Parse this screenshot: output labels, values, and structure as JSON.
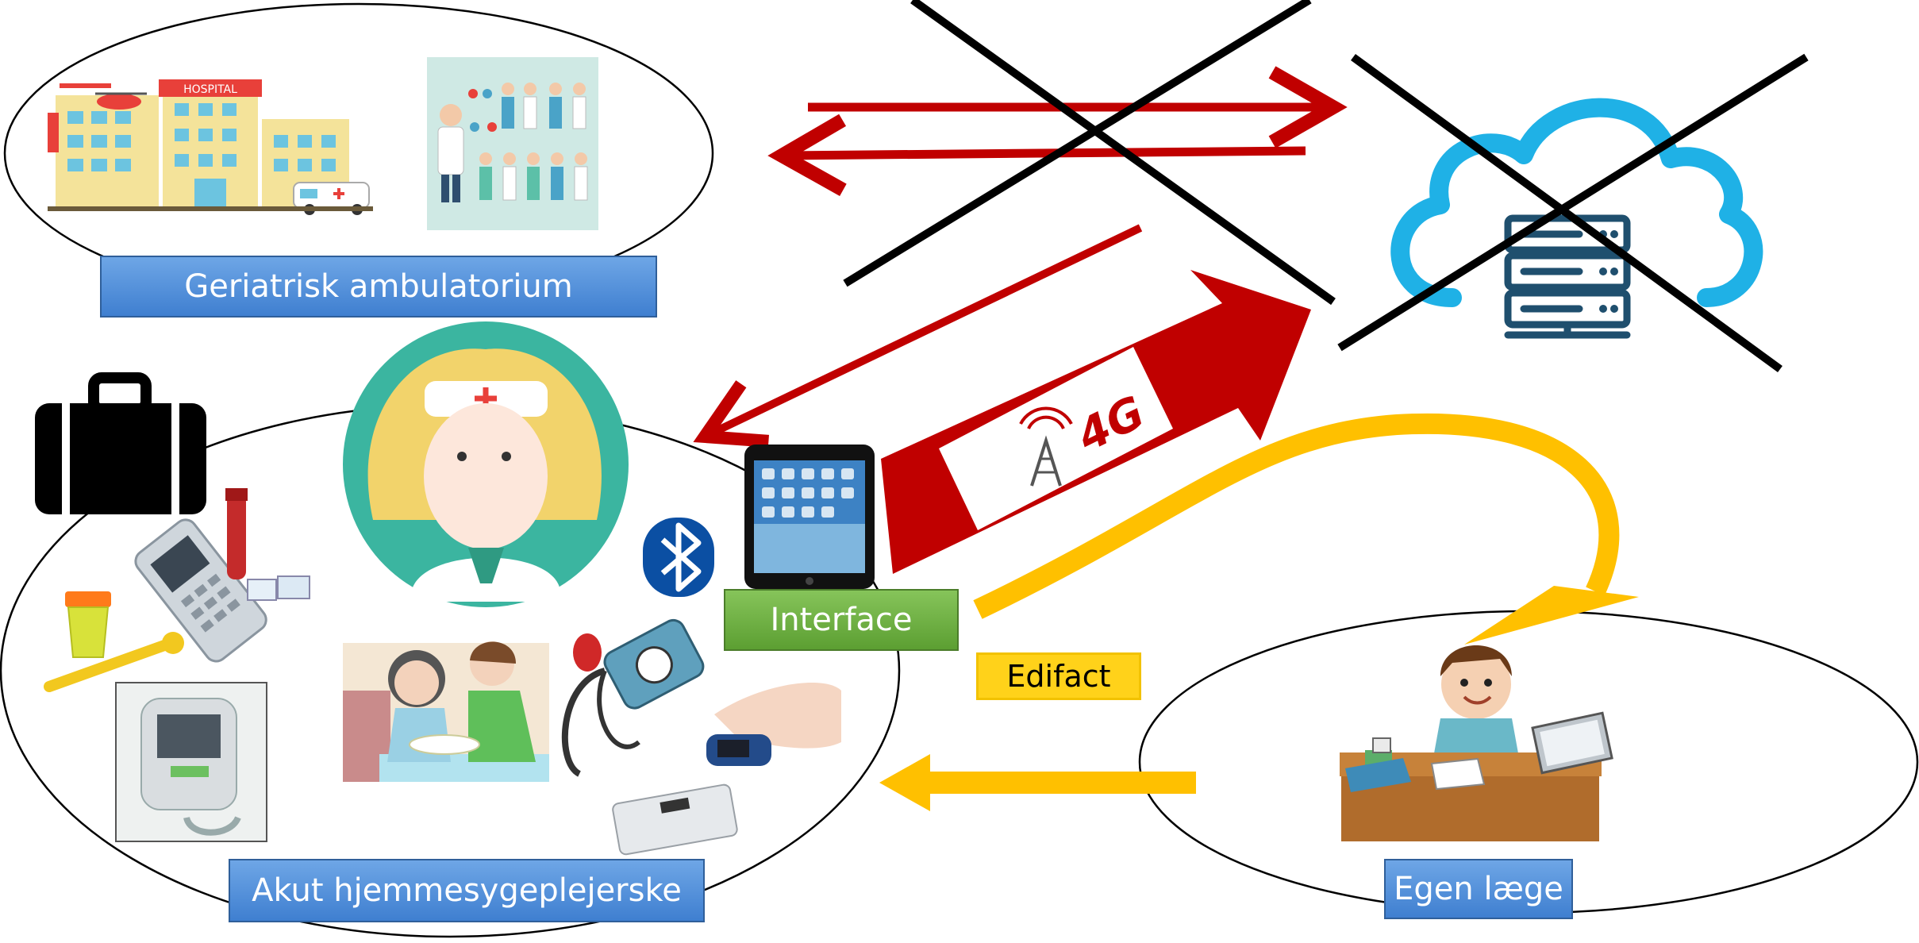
{
  "labels": {
    "geriatrisk": "Geriatrisk ambulatorium",
    "akut": "Akut hjemmesygeplejerske",
    "egen_laege": "Egen læge",
    "interface": "Interface",
    "edifact": "Edifact"
  },
  "badges": {
    "hospital_sign": "HOSPITAL",
    "network": "4G"
  },
  "icons": {
    "hospital": "hospital-building-icon",
    "staff": "medical-staff-icon",
    "cloud": "cloud-server-icon",
    "suitcase": "suitcase-icon",
    "nurse": "nurse-avatar-icon",
    "bluetooth": "bluetooth-icon",
    "tablet": "tablet-icon",
    "doctor": "doctor-at-desk-icon",
    "network": "4g-tower-icon"
  },
  "colors": {
    "red_arrow": "#c00000",
    "yellow_arrow": "#ffc000",
    "cross": "#000000",
    "cloud": "#1fb1e6"
  }
}
